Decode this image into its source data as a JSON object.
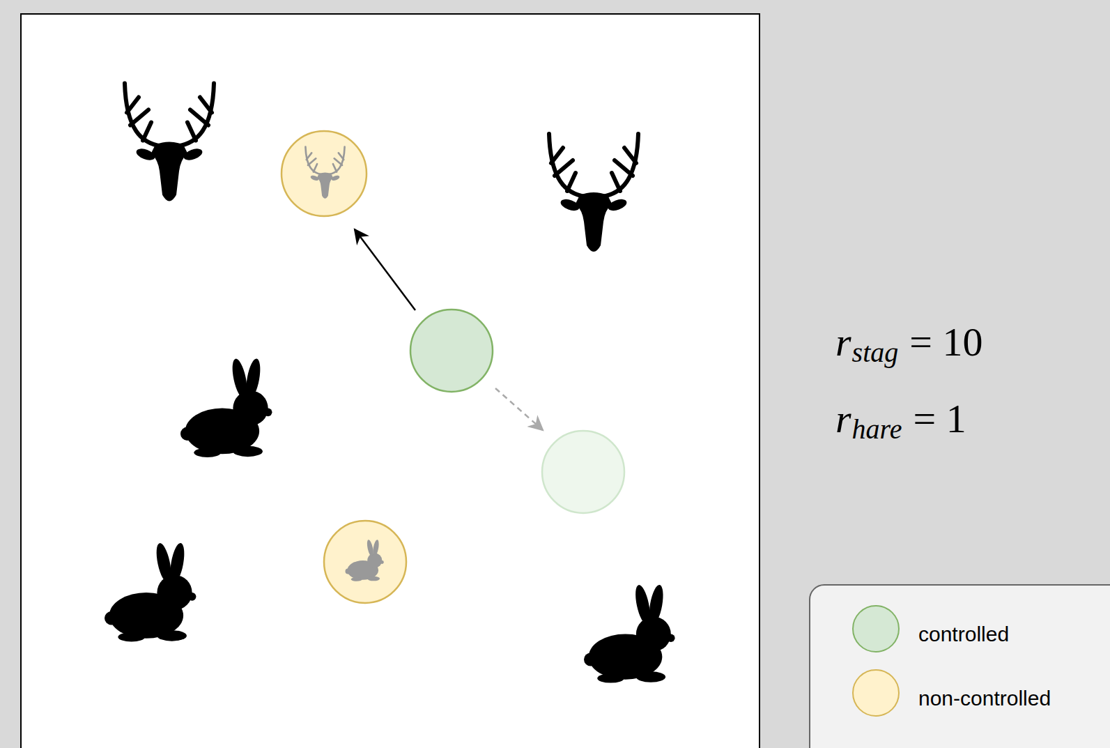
{
  "diagram": {
    "labels": [
      "r",
      "stag",
      "= 10",
      "r",
      "hare",
      "= 1"
    ],
    "legend": [
      {
        "text": "controlled",
        "color": "#d5e8d4"
      },
      {
        "text": "non-controlled",
        "color": "#fff2cc"
      }
    ]
  }
}
